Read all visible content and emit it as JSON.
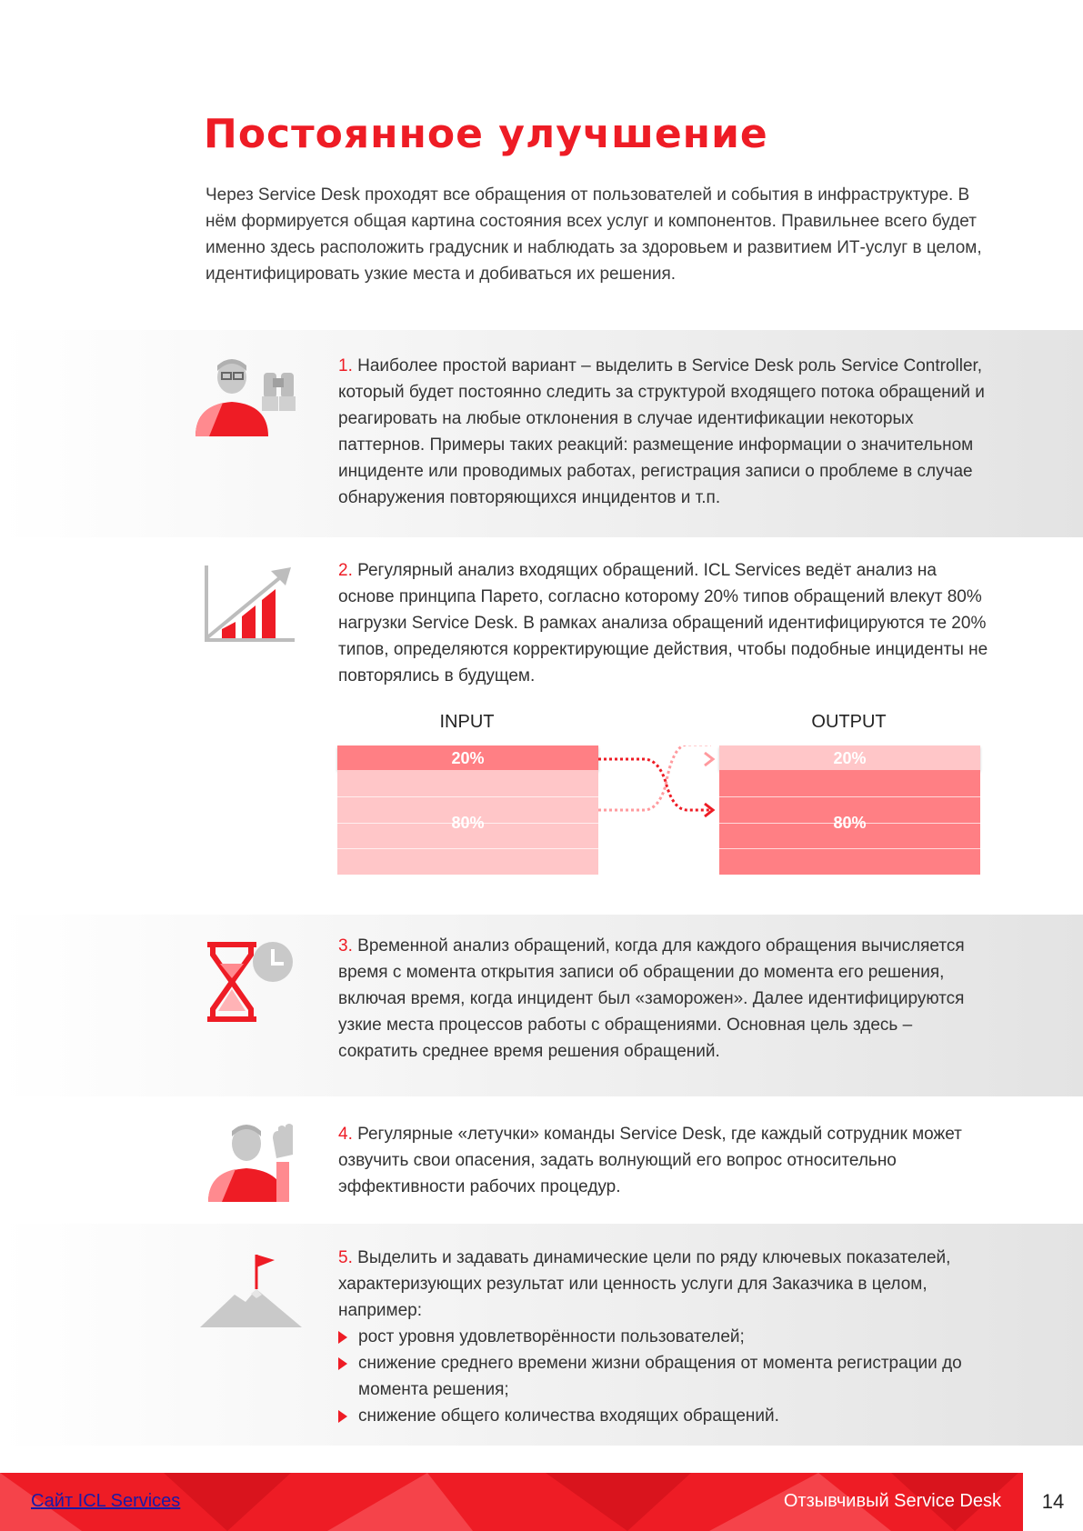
{
  "page": {
    "title": "Постоянное улучшение",
    "intro": "Через Service Desk проходят все обращения от пользователей и события в инфраструктуре. В нём формируется общая картина состояния всех услуг и компонентов. Правильнее всего будет именно здесь расположить градусник и наблюдать за здоровьем и развитием ИТ-услуг в целом, идентифицировать узкие места и добиваться их решения."
  },
  "items": [
    {
      "num": "1.",
      "icon": "person-binoculars-icon",
      "text": "Наиболее простой вариант – выделить в Service Desk роль Service Controller, который будет постоянно следить за структурой входящего потока обращений и реагировать на любые отклонения в случае идентификации некоторых паттернов. Примеры таких реакций: размещение информации о значительном инциденте или проводимых работах, регистрация записи о проблеме в случае обнаружения повторяющихся инцидентов и т.п."
    },
    {
      "num": "2.",
      "icon": "growth-chart-icon",
      "text": "Регулярный анализ входящих обращений. ICL Services ведёт анализ на основе принципа Парето, согласно которому 20% типов обращений влекут 80% нагрузки Service Desk. В рамках анализа обращений идентифицируются те 20% типов, определяются корректирующие действия, чтобы подобные инциденты не повторялись в будущем."
    },
    {
      "num": "3.",
      "icon": "hourglass-clock-icon",
      "text": "Временной анализ обращений, когда для каждого обращения вычисляется время с момента открытия записи об обращении до момента его решения, включая время, когда инцидент был «заморожен». Далее идентифицируются узкие места процессов работы с обращениями. Основная цель здесь – сократить среднее время решения обращений."
    },
    {
      "num": "4.",
      "icon": "person-raised-hand-icon",
      "text": "Регулярные «летучки» команды Service Desk, где каждый сотрудник может озвучить свои опасения, задать волнующий его вопрос относительно эффективности рабочих процедур."
    },
    {
      "num": "5.",
      "icon": "mountain-flag-icon",
      "text": "Выделить и задавать динамические цели по ряду ключевых показателей, характеризующих результат или ценность услуги для Заказчика в целом, например:",
      "bullets": [
        "рост уровня удовлетворённости пользователей;",
        "снижение среднего времени жизни обращения от момента регистрации до момента решения;",
        "снижение общего количества входящих обращений."
      ]
    }
  ],
  "diagram": {
    "input_label": "INPUT",
    "output_label": "OUTPUT",
    "input_top_pct": "20%",
    "input_bottom_pct": "80%",
    "output_top_pct": "20%",
    "output_bottom_pct": "80%",
    "colors": {
      "strong": "#ff7f84",
      "light": "#ffc6c8",
      "arrow": "#ee1c25"
    }
  },
  "footer": {
    "link": "Сайт ICL Services",
    "title": "Отзывчивый Service Desk",
    "page_number": "14"
  }
}
